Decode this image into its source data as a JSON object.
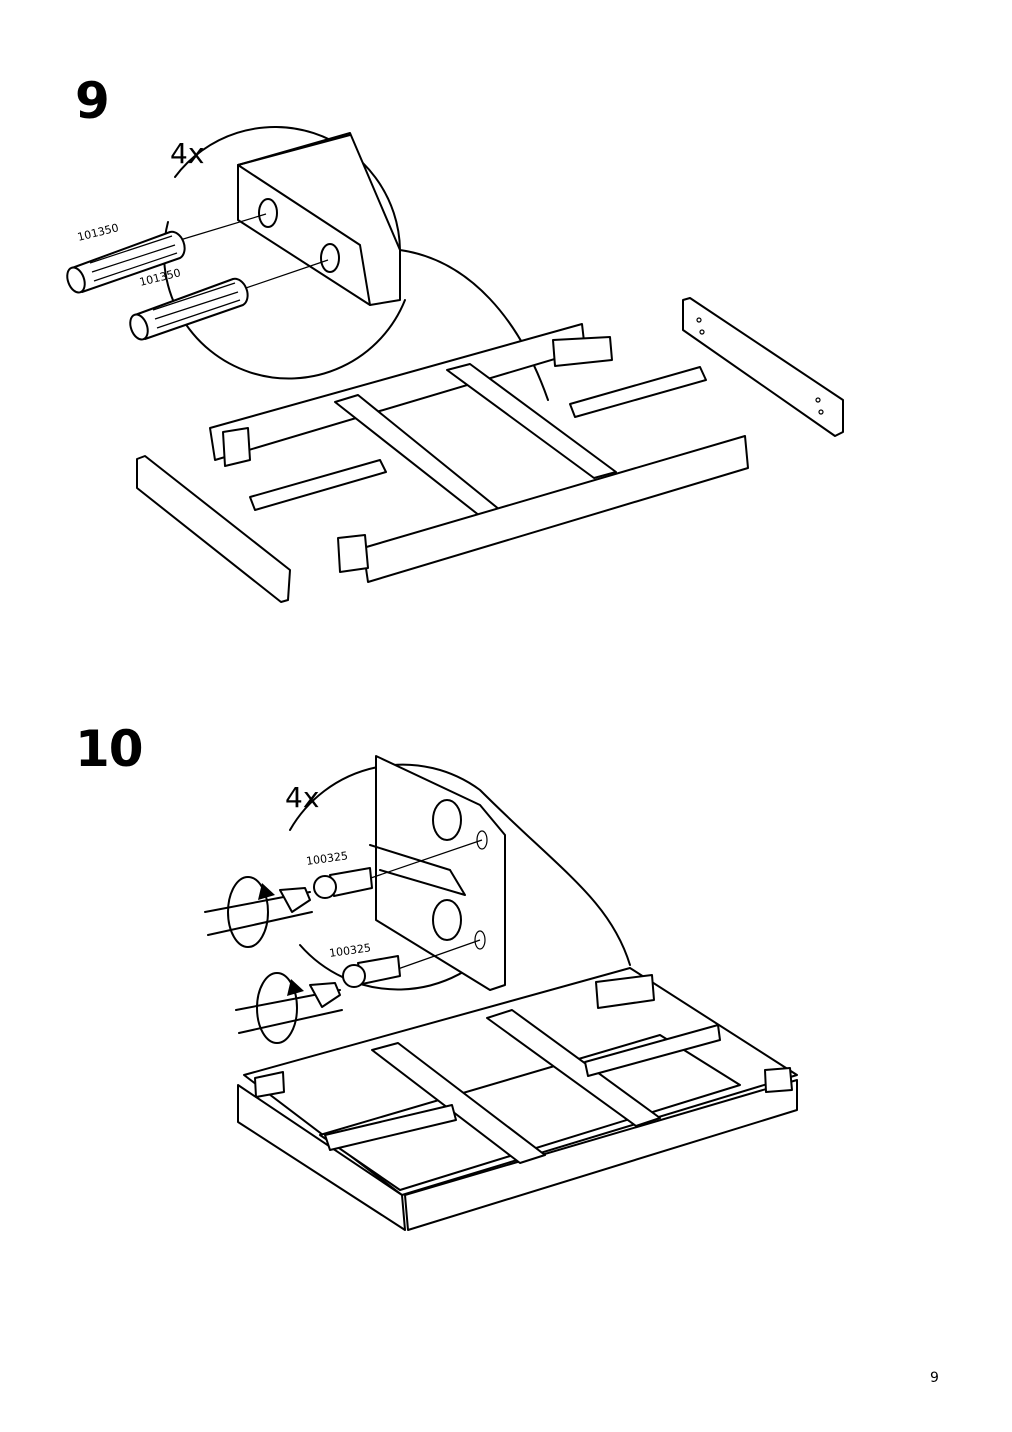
{
  "steps": [
    {
      "number": "9",
      "quantity": "4x",
      "part_numbers": [
        "101350",
        "101350"
      ]
    },
    {
      "number": "10",
      "quantity": "4x",
      "part_numbers": [
        "100325",
        "100325"
      ]
    }
  ],
  "page_number": "9",
  "icons": [
    "dowel-icon",
    "screw-icon",
    "screwdriver-icon",
    "rotate-clockwise-icon"
  ]
}
